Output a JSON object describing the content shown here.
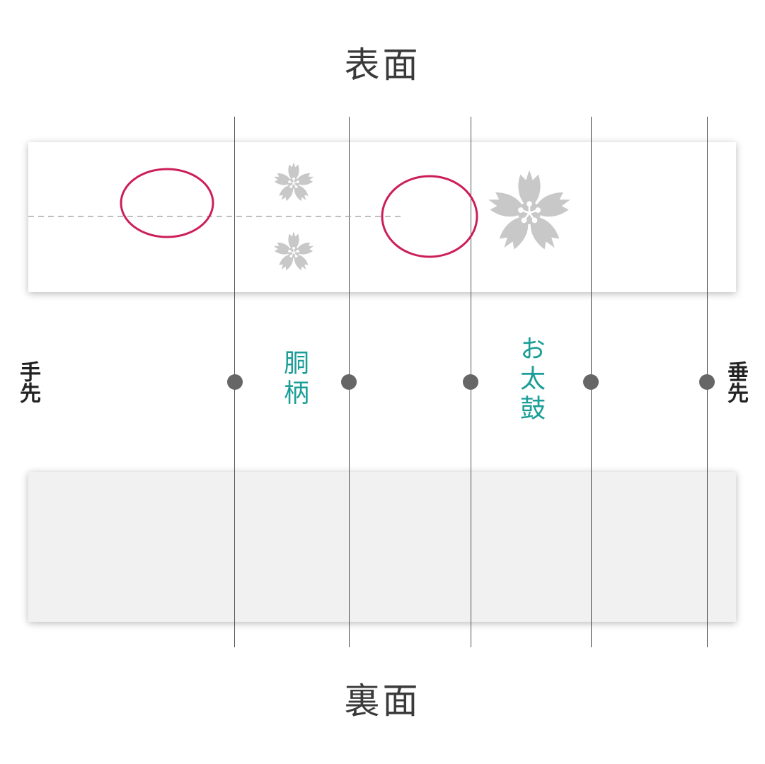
{
  "titles": {
    "front": "表面",
    "back": "裏面"
  },
  "labels": {
    "tesaki": "手先",
    "tarusaki": "垂先",
    "dougara": "胴柄",
    "otaiko": "お太鼓"
  },
  "colors": {
    "marker_ellipse": "#cc1f5a",
    "label_teal": "#1a9e97",
    "sakura_gray": "#c8c8c8",
    "guide_line": "#555555",
    "dot": "#666666",
    "back_panel": "#f1f1f1"
  },
  "icons": {
    "small_flower_top": "sakura-icon",
    "small_flower_bottom": "sakura-icon",
    "large_flower": "sakura-icon"
  }
}
